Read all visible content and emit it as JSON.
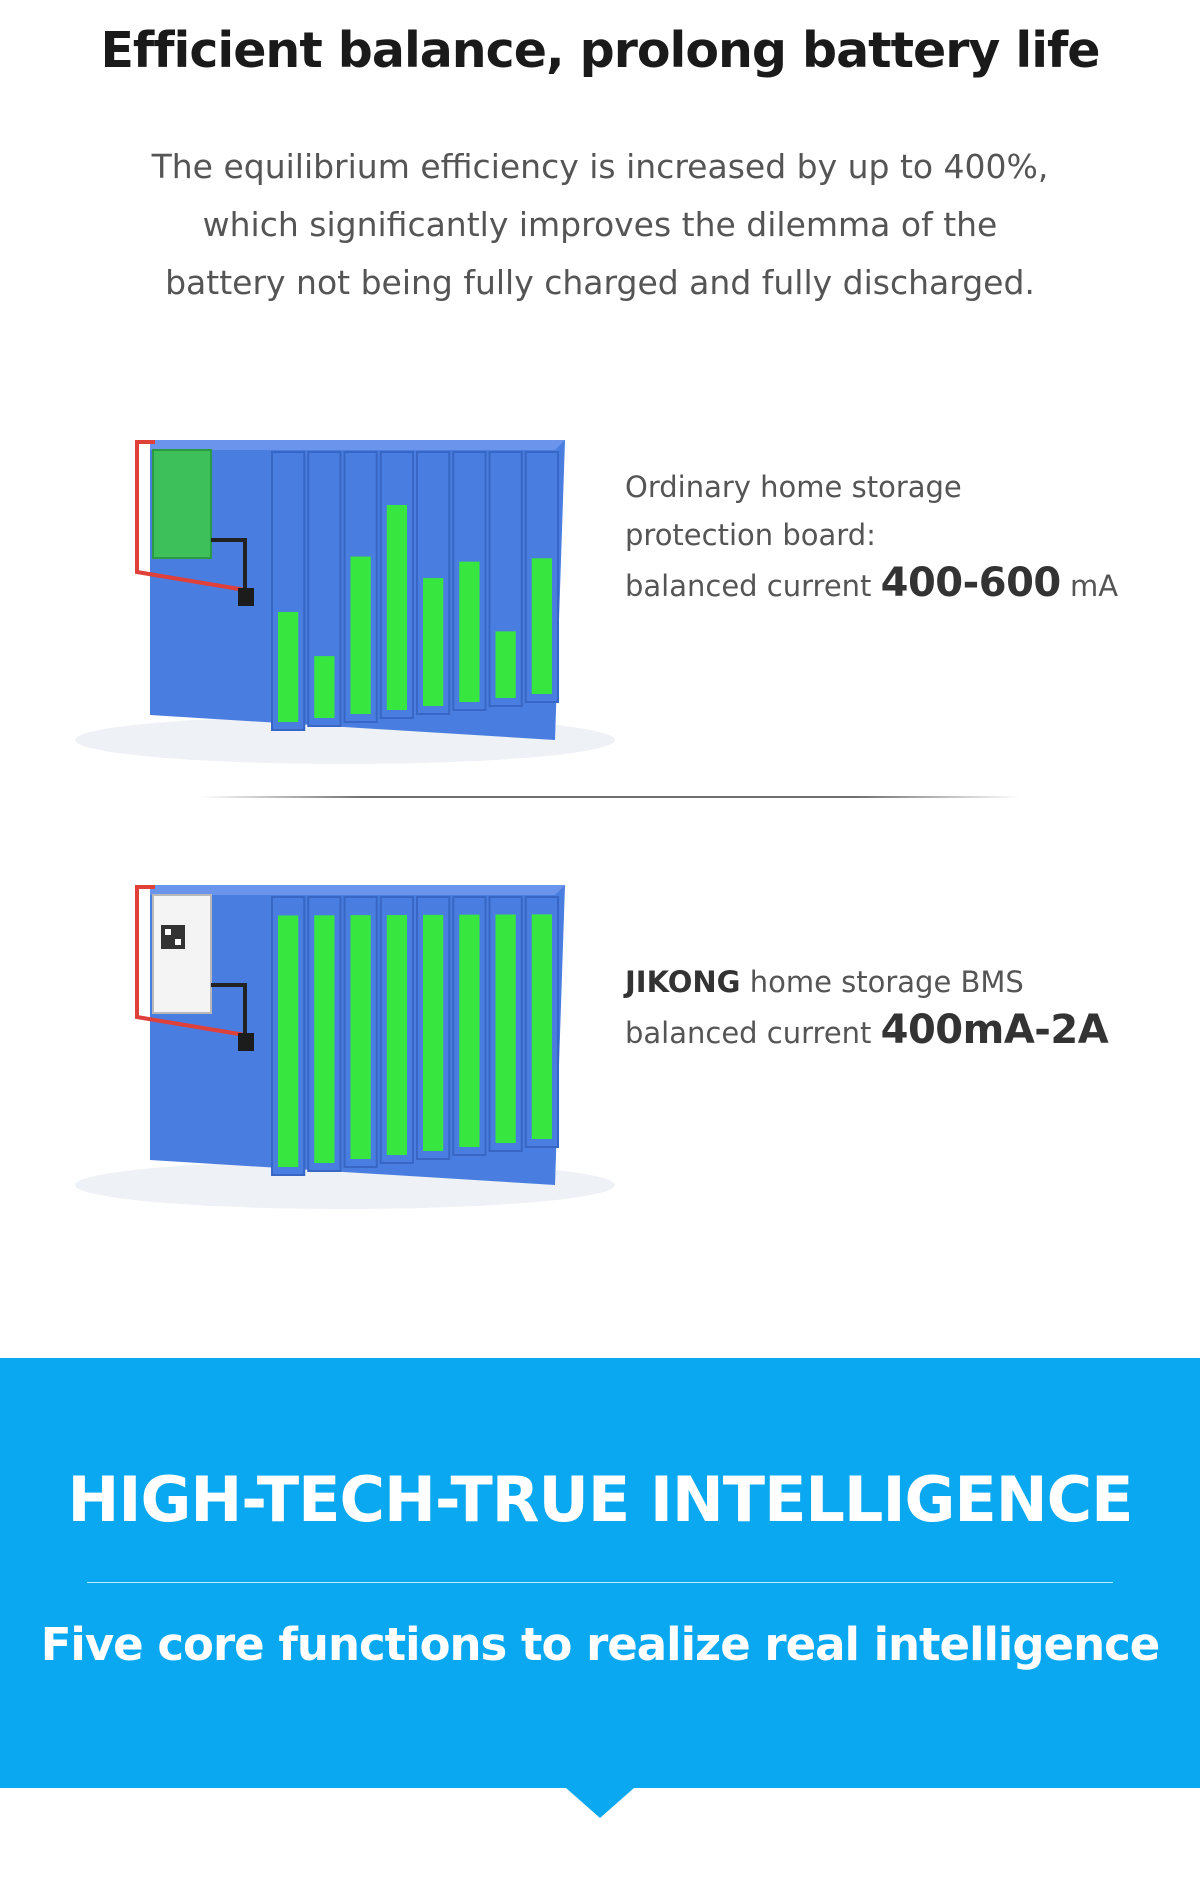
{
  "header": {
    "title": "Efficient balance, prolong battery life",
    "description": "The equilibrium efficiency is increased by up to 400%, which significantly improves the dilemma of the battery not being fully charged and fully discharged."
  },
  "ordinary": {
    "line1": "Ordinary home storage",
    "line2": "protection board:",
    "current_label": "balanced current",
    "current_value": "400-600",
    "current_unit": "mA",
    "cell_levels": [
      0.42,
      0.24,
      0.62,
      0.82,
      0.52,
      0.58,
      0.28,
      0.58
    ]
  },
  "jikong": {
    "brand": "JIKONG",
    "line1": "home storage BMS",
    "current_label": "balanced current",
    "current_value": "400mA-2A",
    "cell_levels": [
      0.96,
      0.96,
      0.96,
      0.96,
      0.96,
      0.96,
      0.96,
      0.96
    ]
  },
  "band": {
    "title": "HIGH-TECH-TRUE INTELLIGENCE",
    "subtitle": "Five core functions to realize real intelligence"
  },
  "colors": {
    "band_blue": "#0aa8f0",
    "cell_blue": "#4a7de0",
    "cell_green": "#38e640",
    "board_green": "#3dbf5a",
    "wire_red": "#e0403a"
  }
}
